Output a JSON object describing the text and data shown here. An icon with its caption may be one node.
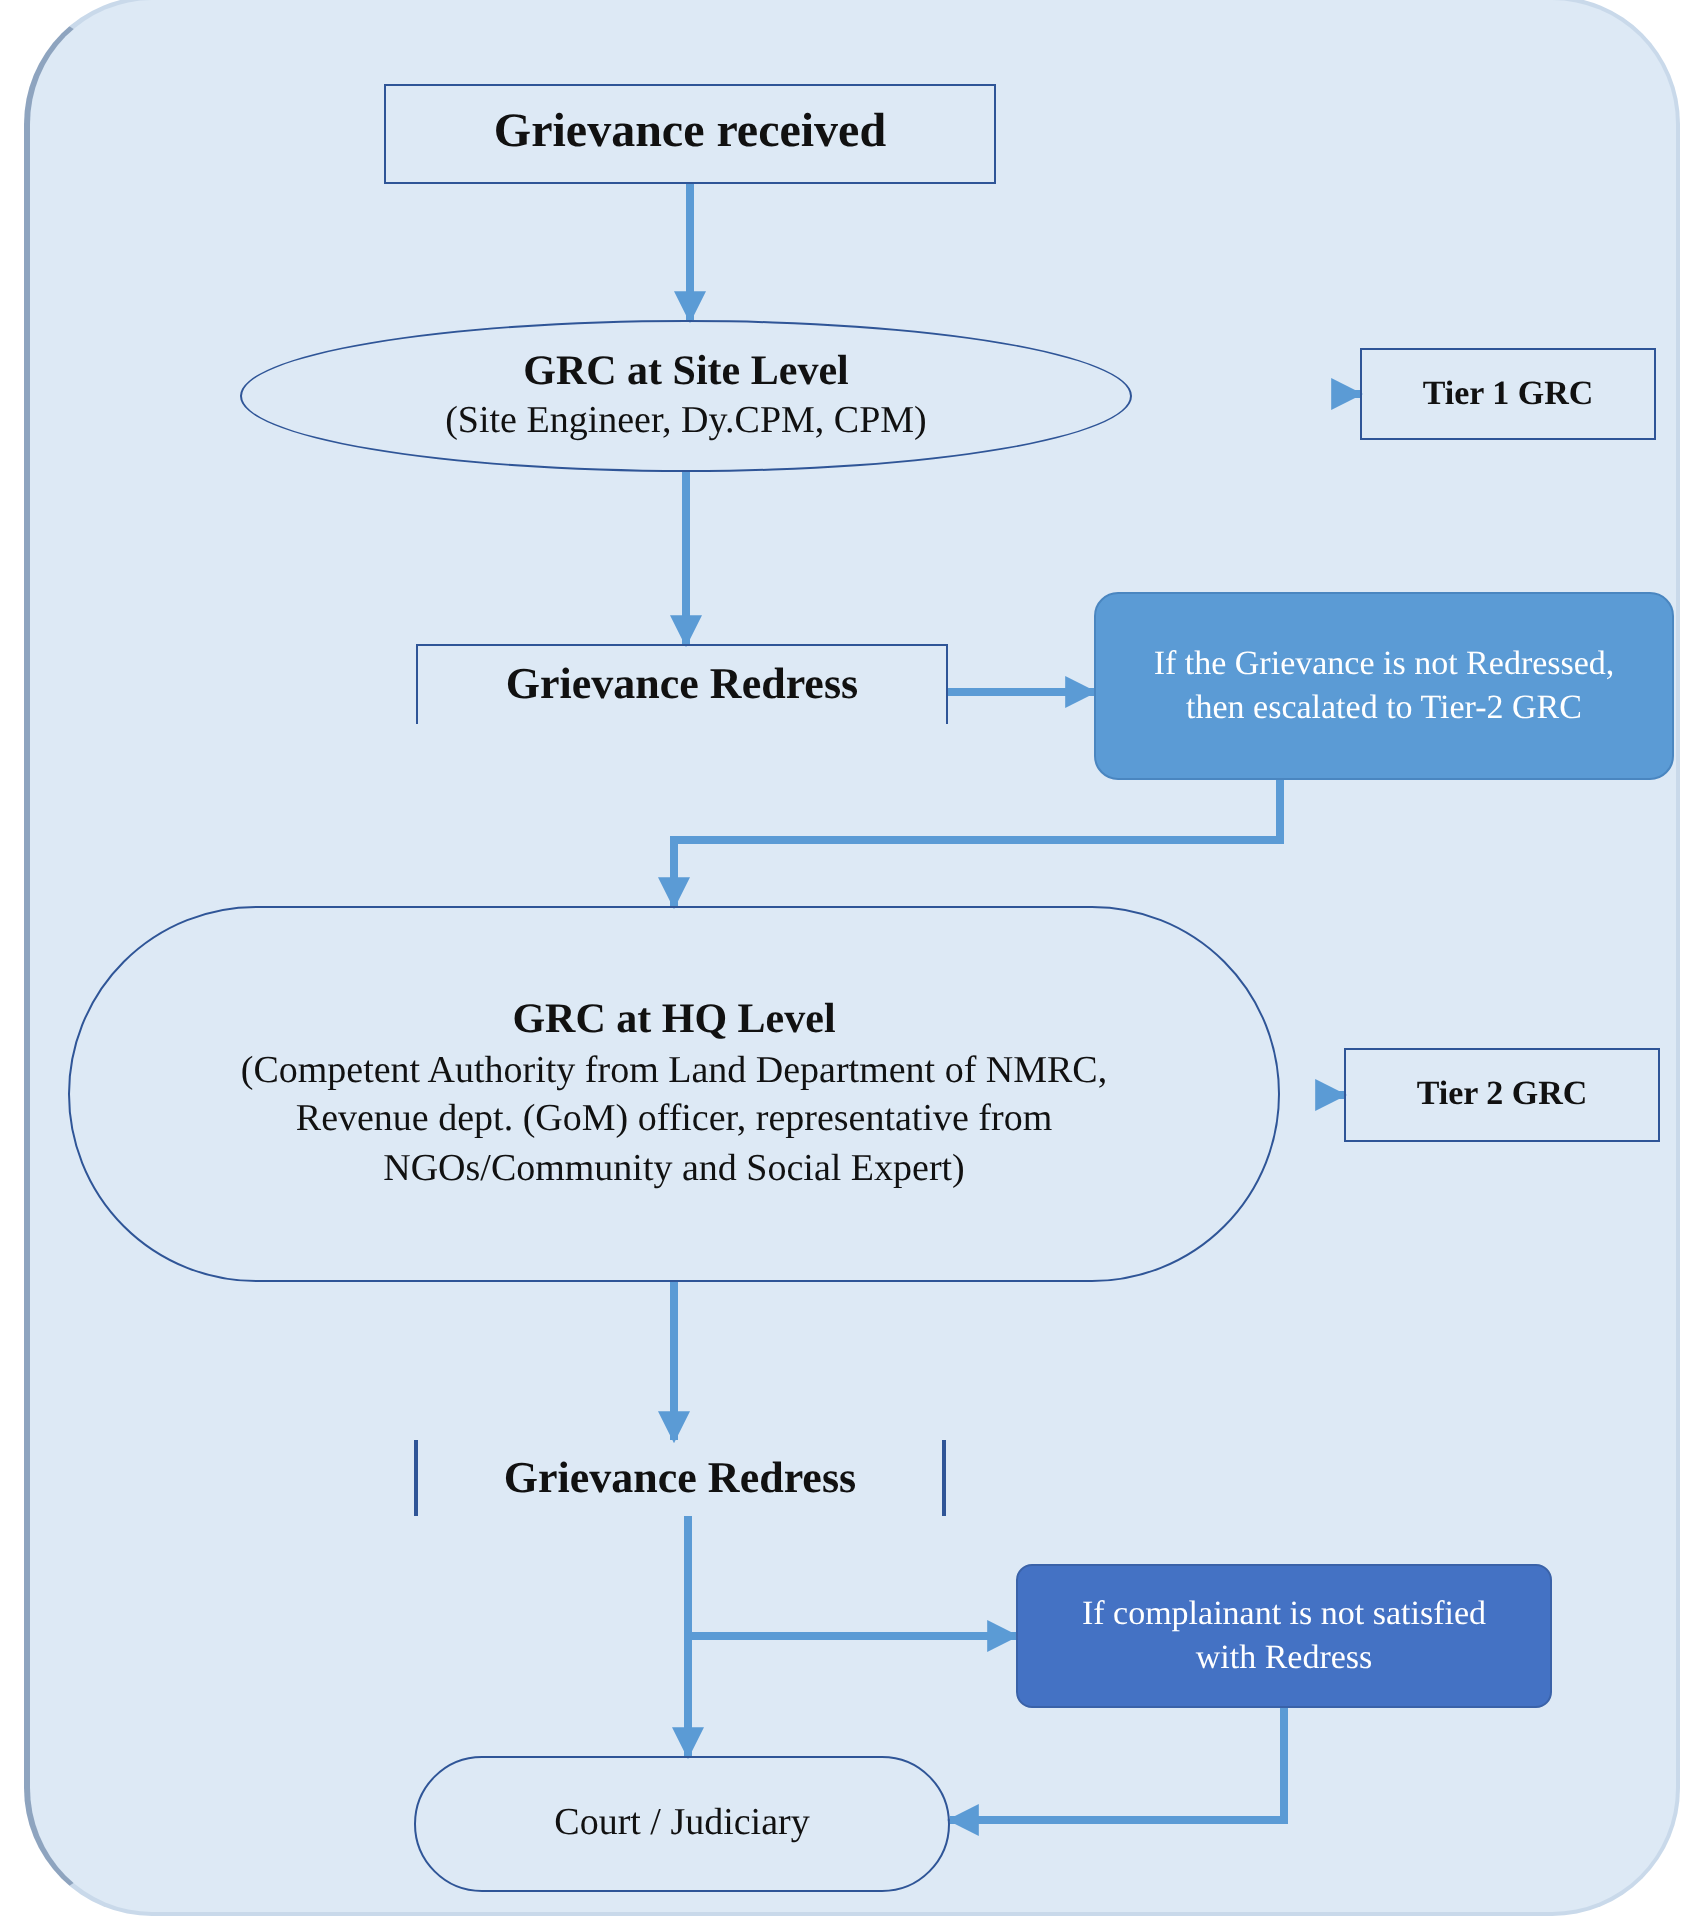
{
  "diagram": {
    "nodes": [
      {
        "text": [
          "Grievance received"
        ]
      },
      {
        "text": [
          "GRC at Site Level",
          "(Site Engineer, Dy.CPM, CPM)"
        ]
      },
      {
        "text": [
          "Tier 1 GRC"
        ]
      },
      {
        "text": [
          "Grievance Redress"
        ]
      },
      {
        "text": [
          "If the Grievance is not Redressed, then escalated to Tier-2 GRC"
        ]
      },
      {
        "text": [
          "GRC at HQ Level",
          "(Competent Authority from Land Department of NMRC, Revenue dept. (GoM) officer, representative from NGOs/Community and Social Expert)"
        ]
      },
      {
        "text": [
          "Tier 2 GRC"
        ]
      },
      {
        "text": [
          "Grievance Redress"
        ]
      },
      {
        "text": [
          "If complainant is not satisfied with Redress"
        ]
      },
      {
        "text": [
          "Court / Judiciary"
        ]
      }
    ],
    "edges": [
      {
        "from": 0,
        "to": 1,
        "arrow": "to"
      },
      {
        "from": 1,
        "to": 3,
        "arrow": "to"
      },
      {
        "from": 3,
        "to": 4,
        "arrow": "to"
      },
      {
        "from": 4,
        "to": 5,
        "arrow": "to"
      },
      {
        "from": null,
        "to": 2,
        "arrow": "to"
      },
      {
        "from": 5,
        "to": 7,
        "arrow": "to"
      },
      {
        "from": null,
        "to": 6,
        "arrow": "to"
      },
      {
        "from": 7,
        "to": 8,
        "arrow": "to"
      },
      {
        "from": 7,
        "to": 9,
        "arrow": "to"
      },
      {
        "from": 8,
        "to": 9,
        "arrow": "to"
      }
    ]
  }
}
